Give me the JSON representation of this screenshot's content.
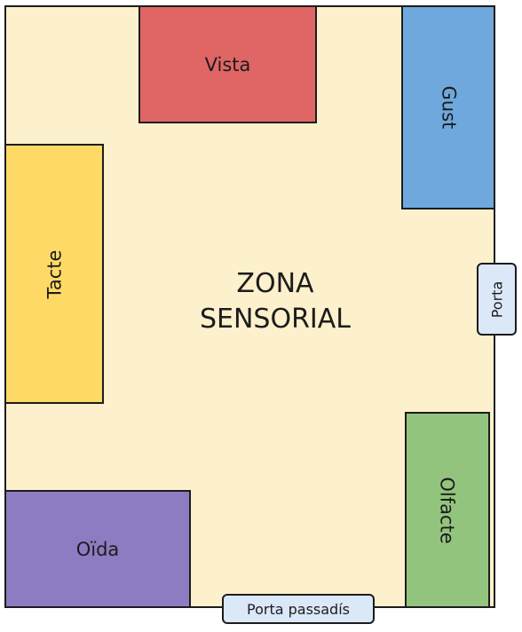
{
  "title_line1": "ZONA",
  "title_line2": "SENSORIAL",
  "zones": {
    "vista": {
      "label": "Vista",
      "color": "#e06666"
    },
    "gust": {
      "label": "Gust",
      "color": "#6fa8dc"
    },
    "tacte": {
      "label": "Tacte",
      "color": "#ffd966"
    },
    "oida": {
      "label": "Oïda",
      "color": "#8e7cc3"
    },
    "olfacte": {
      "label": "Olfacte",
      "color": "#93c47d"
    }
  },
  "doors": {
    "side": {
      "label": "Porta"
    },
    "corridor": {
      "label": "Porta passadís"
    }
  },
  "colors": {
    "room_fill": "#fdf0cc",
    "outline": "#1c1c1c",
    "door_fill": "#dae8f8"
  }
}
